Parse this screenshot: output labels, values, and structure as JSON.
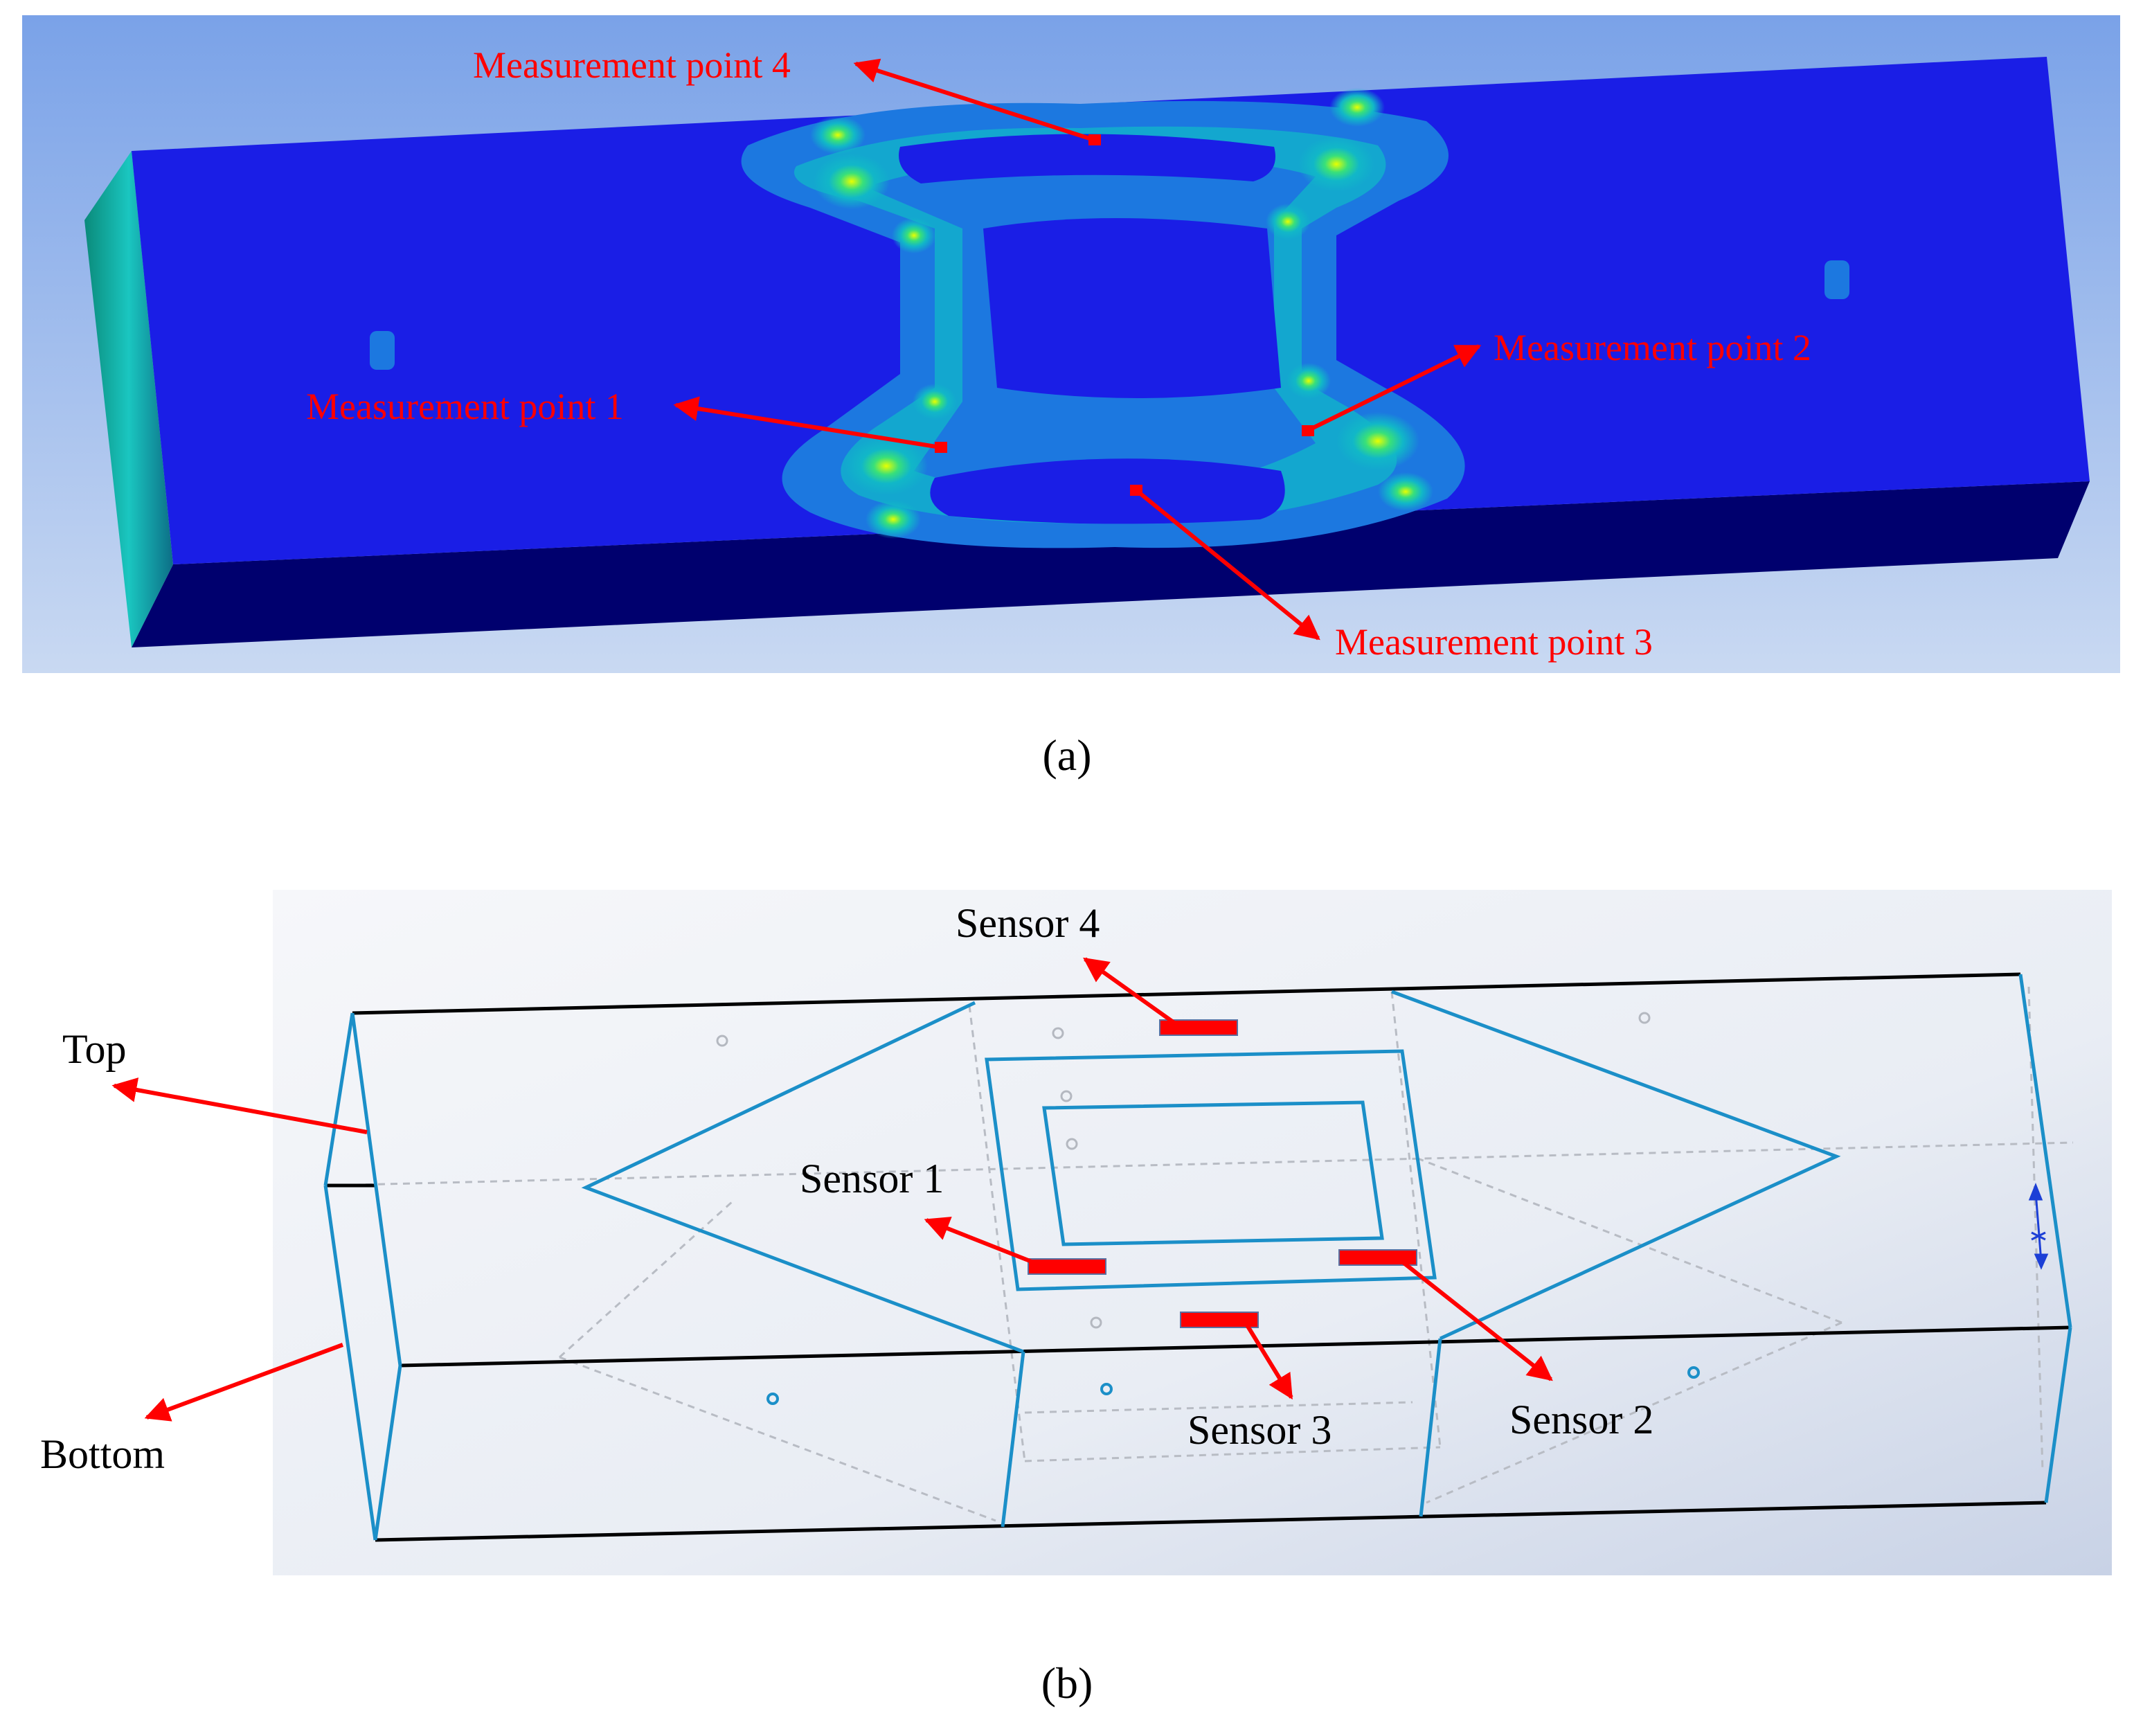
{
  "panel_a": {
    "caption": "(a)",
    "labels": {
      "mp1": "Measurement point 1",
      "mp2": "Measurement point 2",
      "mp3": "Measurement point 3",
      "mp4": "Measurement point 4"
    },
    "colors": {
      "background": "#7fa8e6",
      "body": "#1a1ee6",
      "edge": "#00006e",
      "annotation": "#ff0000"
    }
  },
  "panel_b": {
    "caption": "(b)",
    "labels": {
      "top": "Top",
      "bottom": "Bottom",
      "s1": "Sensor 1",
      "s2": "Sensor 2",
      "s3": "Sensor 3",
      "s4": "Sensor 4"
    },
    "colors": {
      "background": "#e4e9f2",
      "outline": "#1b8fc8",
      "sensor": "#ff0000"
    }
  }
}
